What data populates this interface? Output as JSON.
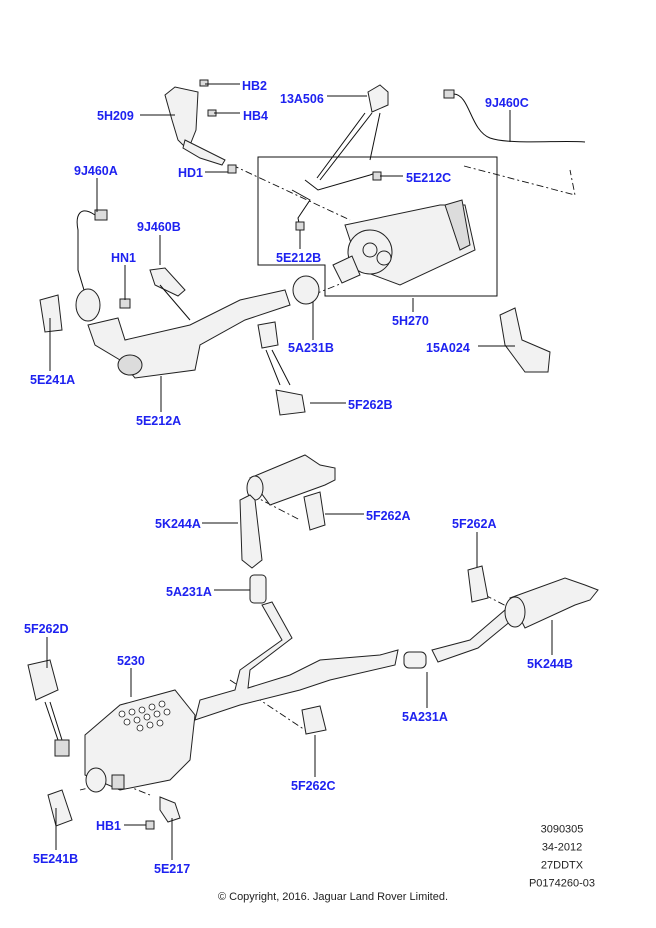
{
  "callouts": {
    "hb2": "HB2",
    "h5h209": "5H209",
    "hb4": "HB4",
    "a13a506": "13A506",
    "j9j460c": "9J460C",
    "j9j460a": "9J460A",
    "hd1": "HD1",
    "e5e212c": "5E212C",
    "j9j460b": "9J460B",
    "hn1": "HN1",
    "e5e212b": "5E212B",
    "h5h270": "5H270",
    "a5a231b": "5A231B",
    "a15a024": "15A024",
    "e5e241a": "5E241A",
    "e5e212a": "5E212A",
    "f5f262b": "5F262B",
    "k5k244a": "5K244A",
    "f5f262a_1": "5F262A",
    "f5f262a_2": "5F262A",
    "a5a231a_1": "5A231A",
    "f5f262d": "5F262D",
    "p5230": "5230",
    "k5k244b": "5K244B",
    "a5a231a_2": "5A231A",
    "f5f262c": "5F262C",
    "hb1": "HB1",
    "e5e241b": "5E241B",
    "e5e217": "5E217"
  },
  "reference": {
    "line1": "3090305",
    "line2": "34-2012",
    "line3": "27DDTX",
    "line4": "P0174260-03"
  },
  "copyright": "© Copyright, 2016. Jaguar Land Rover Limited.",
  "colors": {
    "callout": "#1e22f0",
    "line": "#111111"
  }
}
